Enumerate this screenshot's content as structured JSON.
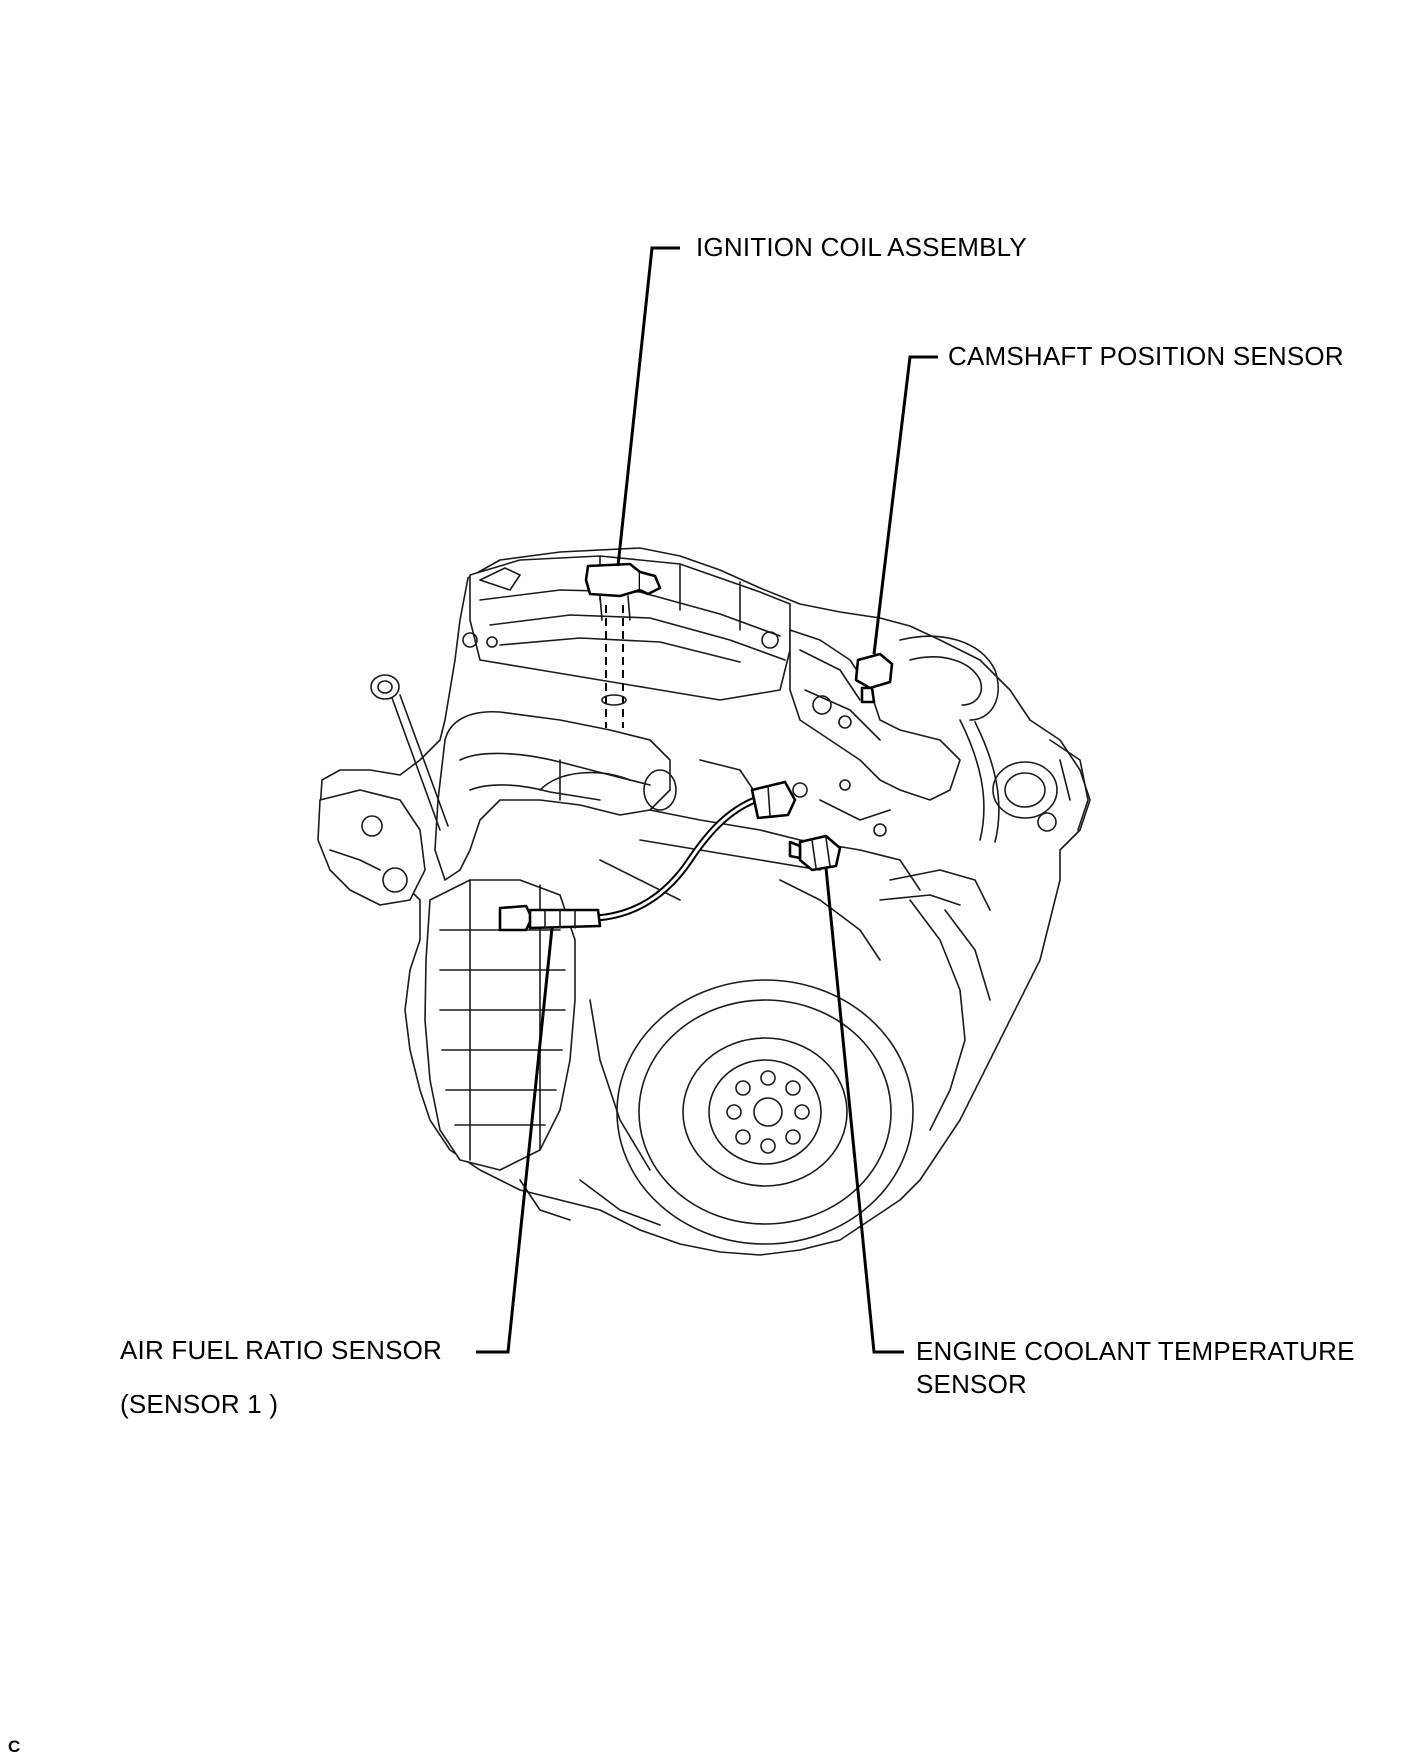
{
  "diagram": {
    "callouts": [
      {
        "id": "ignition-coil",
        "text": "IGNITION COIL ASSEMBLY"
      },
      {
        "id": "camshaft-sensor",
        "text": "CAMSHAFT POSITION SENSOR"
      },
      {
        "id": "af-sensor",
        "text": "AIR FUEL RATIO SENSOR",
        "subtext": "(SENSOR 1 )"
      },
      {
        "id": "coolant-sensor",
        "text": "ENGINE COOLANT TEMPERATURE",
        "subtext": "SENSOR"
      }
    ],
    "figure_code": "C"
  },
  "colors": {
    "line": "#000000",
    "background": "#ffffff"
  }
}
